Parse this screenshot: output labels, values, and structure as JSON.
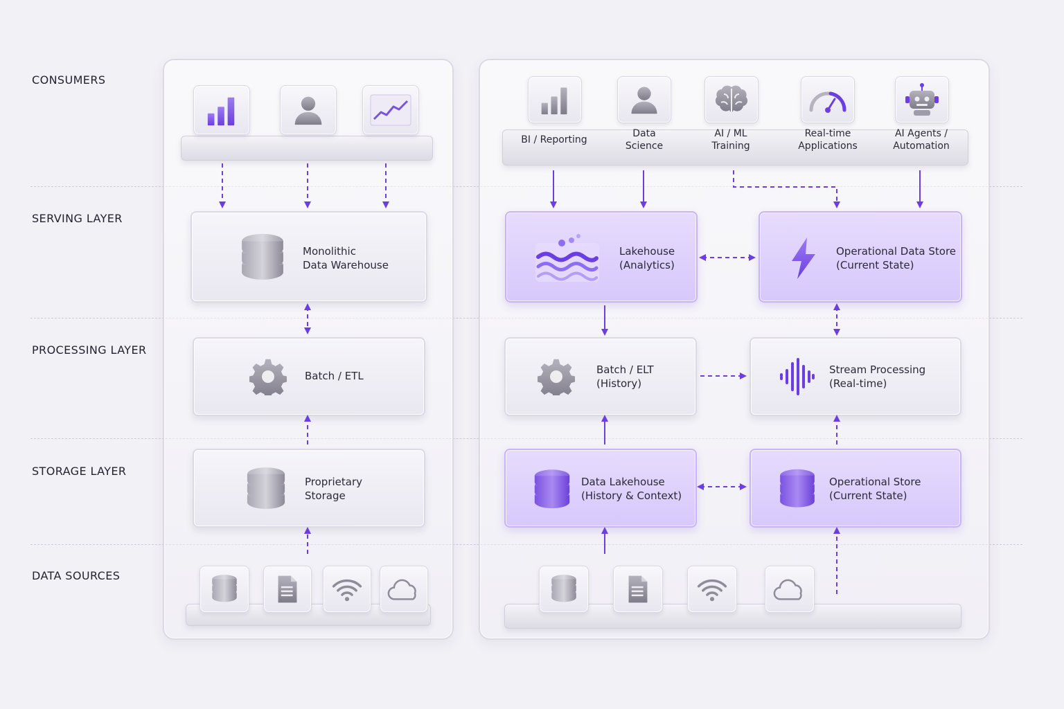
{
  "layers": {
    "consumers": "CONSUMERS",
    "serving": "SERVING LAYER",
    "processing": "PROCESSING LAYER",
    "storage": "STORAGE LAYER",
    "sources": "DATA SOURCES"
  },
  "left": {
    "consumer_icons": [
      "bar-chart-icon",
      "user-icon",
      "line-chart-icon"
    ],
    "serving": {
      "line1": "Monolithic",
      "line2": "Data Warehouse",
      "icon": "database-icon"
    },
    "processing": {
      "line1": "Batch / ETL",
      "icon": "gear-icon"
    },
    "storage": {
      "line1": "Proprietary",
      "line2": "Storage",
      "icon": "database-icon"
    },
    "source_icons": [
      "database-icon",
      "document-icon",
      "wifi-icon",
      "cloud-icon"
    ]
  },
  "right": {
    "consumers": [
      {
        "line1": "BI / Reporting",
        "line2": "",
        "icon": "bar-chart-icon"
      },
      {
        "line1": "Data",
        "line2": "Science",
        "icon": "user-icon"
      },
      {
        "line1": "AI / ML",
        "line2": "Training",
        "icon": "brain-icon"
      },
      {
        "line1": "Real-time",
        "line2": "Applications",
        "icon": "gauge-icon"
      },
      {
        "line1": "AI Agents /",
        "line2": "Automation",
        "icon": "robot-icon"
      }
    ],
    "lakehouse": {
      "line1": "Lakehouse",
      "line2": "(Analytics)",
      "icon": "waves-icon"
    },
    "ods": {
      "line1": "Operational Data Store",
      "line2": "(Current State)",
      "icon": "lightning-icon"
    },
    "batch": {
      "line1": "Batch / ELT",
      "line2": "(History)",
      "icon": "gear-icon"
    },
    "stream": {
      "line1": "Stream Processing",
      "line2": "(Real-time)",
      "icon": "waveform-icon"
    },
    "data_lakehouse": {
      "line1": "Data Lakehouse",
      "line2": "(History & Context)",
      "icon": "database-icon"
    },
    "operational_store": {
      "line1": "Operational Store",
      "line2": "(Current State)",
      "icon": "database-icon"
    },
    "source_icons": [
      "database-icon",
      "document-icon",
      "wifi-icon",
      "cloud-icon"
    ]
  },
  "colors": {
    "accent": "#6a3ee0",
    "accent_light": "#d9cbfb",
    "gray_icon": "#8f8c99",
    "arrow": "#6a3ee0"
  }
}
